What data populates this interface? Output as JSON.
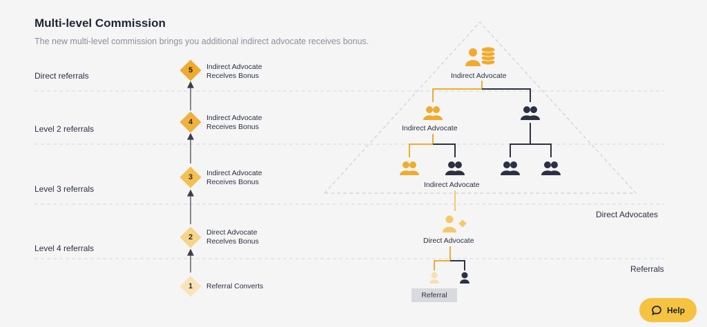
{
  "header": {
    "title": "Multi-level Commission",
    "subtitle": "The new multi-level commission brings you additional indirect advocate receives bonus."
  },
  "levels": [
    {
      "label": "Direct referrals"
    },
    {
      "label": "Level 2 referrals"
    },
    {
      "label": "Level 3 referrals"
    },
    {
      "label": "Level 4 referrals"
    }
  ],
  "steps": [
    {
      "num": "5",
      "line1": "Indirect Advocate",
      "line2": "Recelves Bonus"
    },
    {
      "num": "4",
      "line1": "Indirect Advocate",
      "line2": "Receives Bonus"
    },
    {
      "num": "3",
      "line1": "Indirect Advocate",
      "line2": "Receives Bonus"
    },
    {
      "num": "2",
      "line1": "Direct Advocate",
      "line2": "Recelves Bonus"
    },
    {
      "num": "1",
      "line1": "Referral Converts",
      "line2": ""
    }
  ],
  "tree": {
    "top_label": "Indirect Advocate",
    "level2_label": "Indirect Advocate",
    "level3_label": "Indirect Advocate",
    "direct_label": "Direct Advocate",
    "referral_label": "Referral"
  },
  "side_labels": {
    "direct_advocates": "Direct Advocates",
    "referrals": "Referrals"
  },
  "help": {
    "label": "Help"
  },
  "colors": {
    "accent": "#f0ab2e",
    "accent_light": "#f6c868",
    "accent_pale": "#f7dfae",
    "dark": "#2a3142",
    "line": "#c9cbd0"
  }
}
